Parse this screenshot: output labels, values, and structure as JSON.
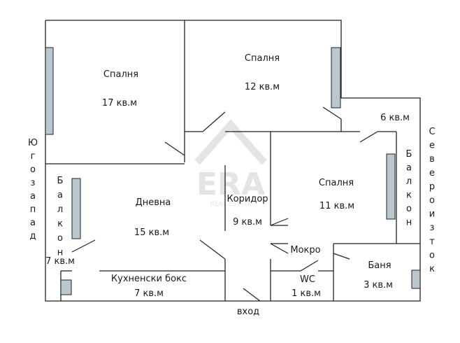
{
  "rooms": {
    "bedroom1": {
      "name": "Спалня",
      "area": "17 кв.м"
    },
    "bedroom2": {
      "name": "Спалня",
      "area": "12 кв.м"
    },
    "bedroom3": {
      "name": "Спалня",
      "area": "11 кв.м"
    },
    "living": {
      "name": "Дневна",
      "area": "15 кв.м"
    },
    "corridor": {
      "name": "Коридор",
      "area": "9 кв.м"
    },
    "kitchen": {
      "name": "Кухненски бокс",
      "area": "7 кв.м"
    },
    "wet": {
      "name": "Мокро"
    },
    "wc": {
      "name": "WC",
      "area": "1 кв.м"
    },
    "bath": {
      "name": "Баня",
      "area": "3 кв.м"
    },
    "balcony_west": {
      "name": "Балкон",
      "area": "7 кв.м"
    },
    "balcony_east": {
      "name": "Балкон",
      "area": "6 кв.м"
    }
  },
  "entrance": "вход",
  "orientation": {
    "west": "Югозапад",
    "east": "Североизток"
  },
  "watermark": {
    "logo": "ERA",
    "tagline": "REAL ESTATE"
  },
  "colors": {
    "wall": "#222222",
    "window": "#b9c7d1",
    "watermark": "#e4e4e4"
  }
}
